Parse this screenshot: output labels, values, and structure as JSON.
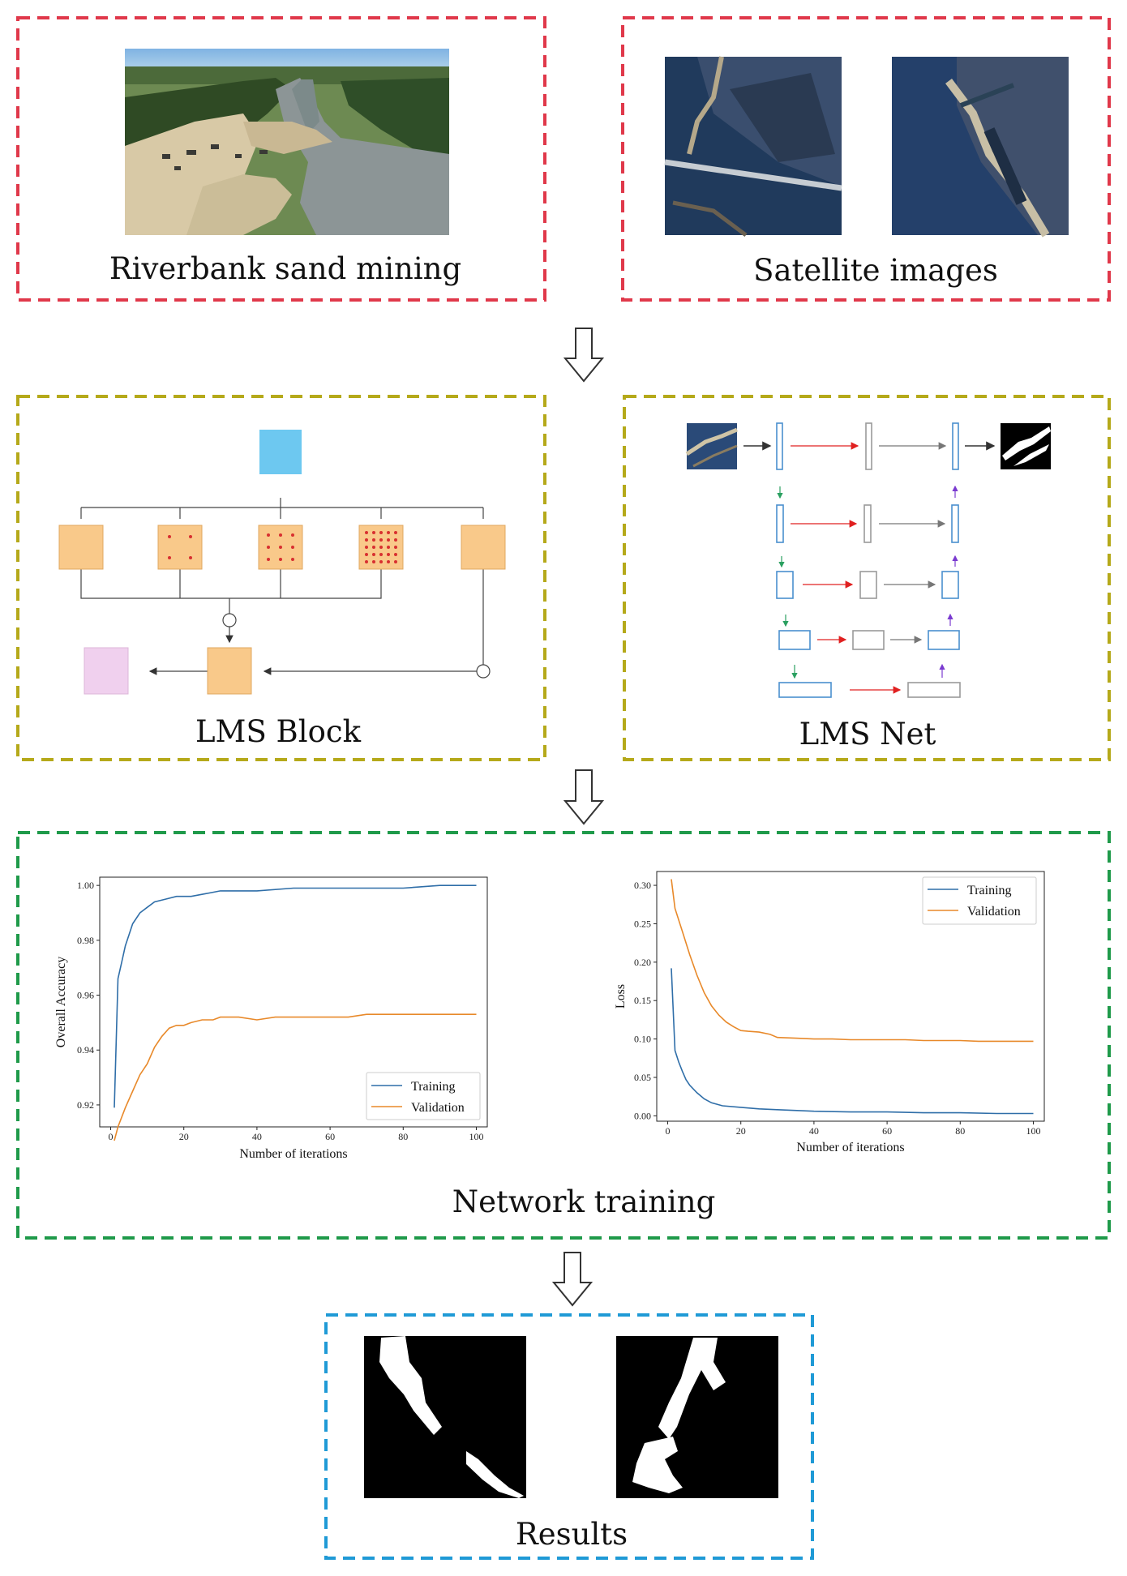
{
  "colors": {
    "red_box": "#e0384a",
    "olive_box": "#b5a91a",
    "green_box": "#1f9a4a",
    "blue_box": "#1f9ad6",
    "training": "#2f6ea8",
    "validation": "#e8892a",
    "orange_block": "#f9c98a",
    "blue_block": "#6dc8f0",
    "pink_block": "#f0d0ee"
  },
  "sections": {
    "mining_title": "Riverbank sand mining",
    "satellite_title": "Satellite images",
    "block_title": "LMS Block",
    "net_title": "LMS Net",
    "training_title": "Network training",
    "results_title": "Results"
  },
  "chart_data": [
    {
      "type": "line",
      "xlabel": "Number of iterations",
      "ylabel": "Overall Accuracy",
      "xlim": [
        -3,
        103
      ],
      "ylim": [
        0.912,
        1.003
      ],
      "xticks": [
        0,
        20,
        40,
        60,
        80,
        100
      ],
      "xtick_labels": [
        "0",
        "20",
        "40",
        "60",
        "80",
        "100"
      ],
      "yticks": [
        0.92,
        0.94,
        0.96,
        0.98,
        1.0
      ],
      "ytick_labels": [
        "0.92",
        "0.94",
        "0.96",
        "0.98",
        "1.00"
      ],
      "legend_position": "bottom-right",
      "grid": false,
      "series": [
        {
          "name": "Training",
          "color": "#2f6ea8",
          "x": [
            1,
            2,
            3,
            4,
            5,
            6,
            8,
            10,
            12,
            15,
            18,
            22,
            26,
            30,
            40,
            50,
            60,
            70,
            80,
            90,
            100
          ],
          "values": [
            0.919,
            0.966,
            0.972,
            0.978,
            0.982,
            0.986,
            0.99,
            0.992,
            0.994,
            0.995,
            0.996,
            0.996,
            0.997,
            0.998,
            0.998,
            0.999,
            0.999,
            0.999,
            0.999,
            1.0,
            1.0
          ]
        },
        {
          "name": "Validation",
          "color": "#e8892a",
          "x": [
            1,
            2,
            4,
            6,
            8,
            10,
            12,
            14,
            16,
            18,
            20,
            22,
            25,
            28,
            30,
            35,
            40,
            45,
            50,
            55,
            60,
            65,
            70,
            75,
            80,
            85,
            90,
            95,
            100
          ],
          "values": [
            0.907,
            0.912,
            0.919,
            0.925,
            0.931,
            0.935,
            0.941,
            0.945,
            0.948,
            0.949,
            0.949,
            0.95,
            0.951,
            0.951,
            0.952,
            0.952,
            0.951,
            0.952,
            0.952,
            0.952,
            0.952,
            0.952,
            0.953,
            0.953,
            0.953,
            0.953,
            0.953,
            0.953,
            0.953
          ]
        }
      ]
    },
    {
      "type": "line",
      "xlabel": "Number of iterations",
      "ylabel": "Loss",
      "xlim": [
        -3,
        103
      ],
      "ylim": [
        -0.007,
        0.318
      ],
      "xticks": [
        0,
        20,
        40,
        60,
        80,
        100
      ],
      "xtick_labels": [
        "0",
        "20",
        "40",
        "60",
        "80",
        "100"
      ],
      "yticks": [
        0.0,
        0.05,
        0.1,
        0.15,
        0.2,
        0.25,
        0.3
      ],
      "ytick_labels": [
        "0.00",
        "0.05",
        "0.10",
        "0.15",
        "0.20",
        "0.25",
        "0.30"
      ],
      "legend_position": "top-right",
      "grid": false,
      "series": [
        {
          "name": "Training",
          "color": "#2f6ea8",
          "x": [
            1,
            2,
            3,
            4,
            5,
            6,
            8,
            10,
            12,
            15,
            20,
            25,
            30,
            40,
            50,
            60,
            70,
            80,
            90,
            100
          ],
          "values": [
            0.192,
            0.085,
            0.07,
            0.058,
            0.047,
            0.04,
            0.03,
            0.022,
            0.017,
            0.013,
            0.011,
            0.009,
            0.008,
            0.006,
            0.005,
            0.005,
            0.004,
            0.004,
            0.003,
            0.003
          ]
        },
        {
          "name": "Validation",
          "color": "#e8892a",
          "x": [
            1,
            2,
            4,
            6,
            8,
            10,
            12,
            14,
            16,
            18,
            20,
            22,
            25,
            28,
            30,
            35,
            40,
            45,
            50,
            55,
            60,
            65,
            70,
            75,
            80,
            85,
            90,
            95,
            100
          ],
          "values": [
            0.308,
            0.27,
            0.24,
            0.21,
            0.183,
            0.16,
            0.143,
            0.131,
            0.122,
            0.116,
            0.111,
            0.11,
            0.109,
            0.106,
            0.102,
            0.101,
            0.1,
            0.1,
            0.099,
            0.099,
            0.099,
            0.099,
            0.098,
            0.098,
            0.098,
            0.097,
            0.097,
            0.097,
            0.097
          ]
        }
      ]
    }
  ]
}
